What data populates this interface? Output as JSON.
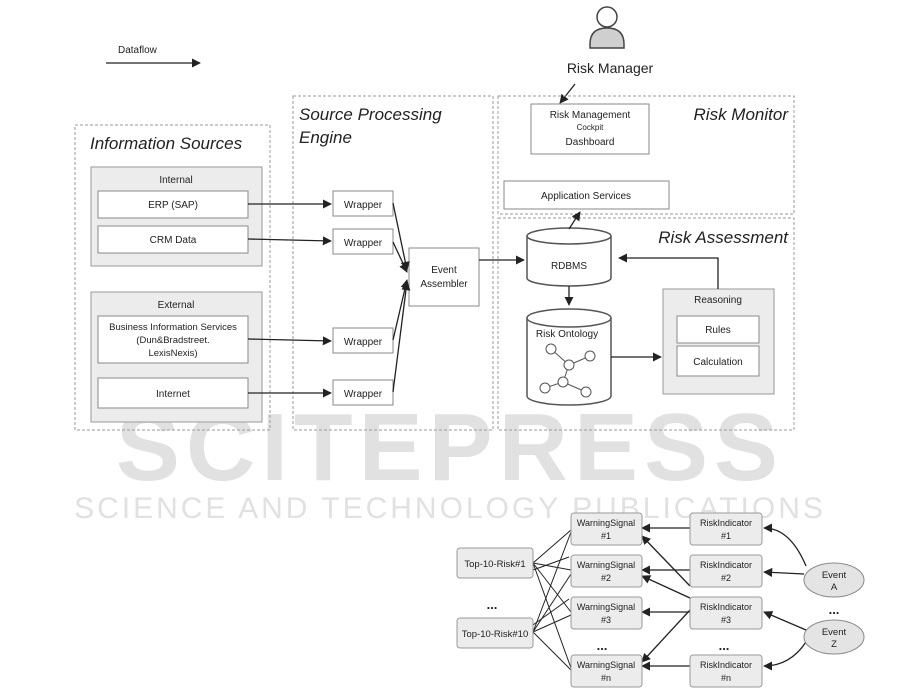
{
  "legend": {
    "dataflow": "Dataflow"
  },
  "actor": {
    "label": "Risk Manager"
  },
  "sections": {
    "information_sources": "Information Sources",
    "source_processing_line1": "Source Processing",
    "source_processing_line2": "Engine",
    "risk_monitor": "Risk Monitor",
    "risk_assessment": "Risk Assessment"
  },
  "internal": {
    "title": "Internal",
    "erp": "ERP (SAP)",
    "crm": "CRM Data"
  },
  "external": {
    "title": "External",
    "bis_line1": "Business Information Services",
    "bis_line2": "(Dun&Bradstreet.",
    "bis_line3": "LexisNexis)",
    "internet": "Internet"
  },
  "wrapper": "Wrapper",
  "event_assembler": {
    "line1": "Event",
    "line2": "Assembler"
  },
  "cockpit": {
    "line1": "Risk Management",
    "line2": "Cockpit",
    "line3": "Dashboard"
  },
  "application_services": "Application Services",
  "rdbms": "RDBMS",
  "risk_ontology": "Risk Ontology",
  "reasoning": {
    "title": "Reasoning",
    "rules": "Rules",
    "calculation": "Calculation"
  },
  "watermark": {
    "line1": "SCITEPRESS",
    "line2": "SCIENCE AND TECHNOLOGY PUBLICATIONS"
  },
  "risk_tree": {
    "top_risks": [
      "Top-10-Risk#1",
      "Top-10-Risk#10"
    ],
    "ellipsis": "...",
    "warning_signals": [
      {
        "l1": "WarningSignal",
        "l2": "#1"
      },
      {
        "l1": "WarningSignal",
        "l2": "#2"
      },
      {
        "l1": "WarningSignal",
        "l2": "#3"
      },
      {
        "l1": "WarningSignal",
        "l2": "#n"
      }
    ],
    "risk_indicators": [
      {
        "l1": "RiskIndicator",
        "l2": "#1"
      },
      {
        "l1": "RiskIndicator",
        "l2": "#2"
      },
      {
        "l1": "RiskIndicator",
        "l2": "#3"
      },
      {
        "l1": "RiskIndicator",
        "l2": "#n"
      }
    ],
    "events": [
      {
        "l1": "Event",
        "l2": "A"
      },
      {
        "l1": "Event",
        "l2": "Z"
      }
    ]
  }
}
